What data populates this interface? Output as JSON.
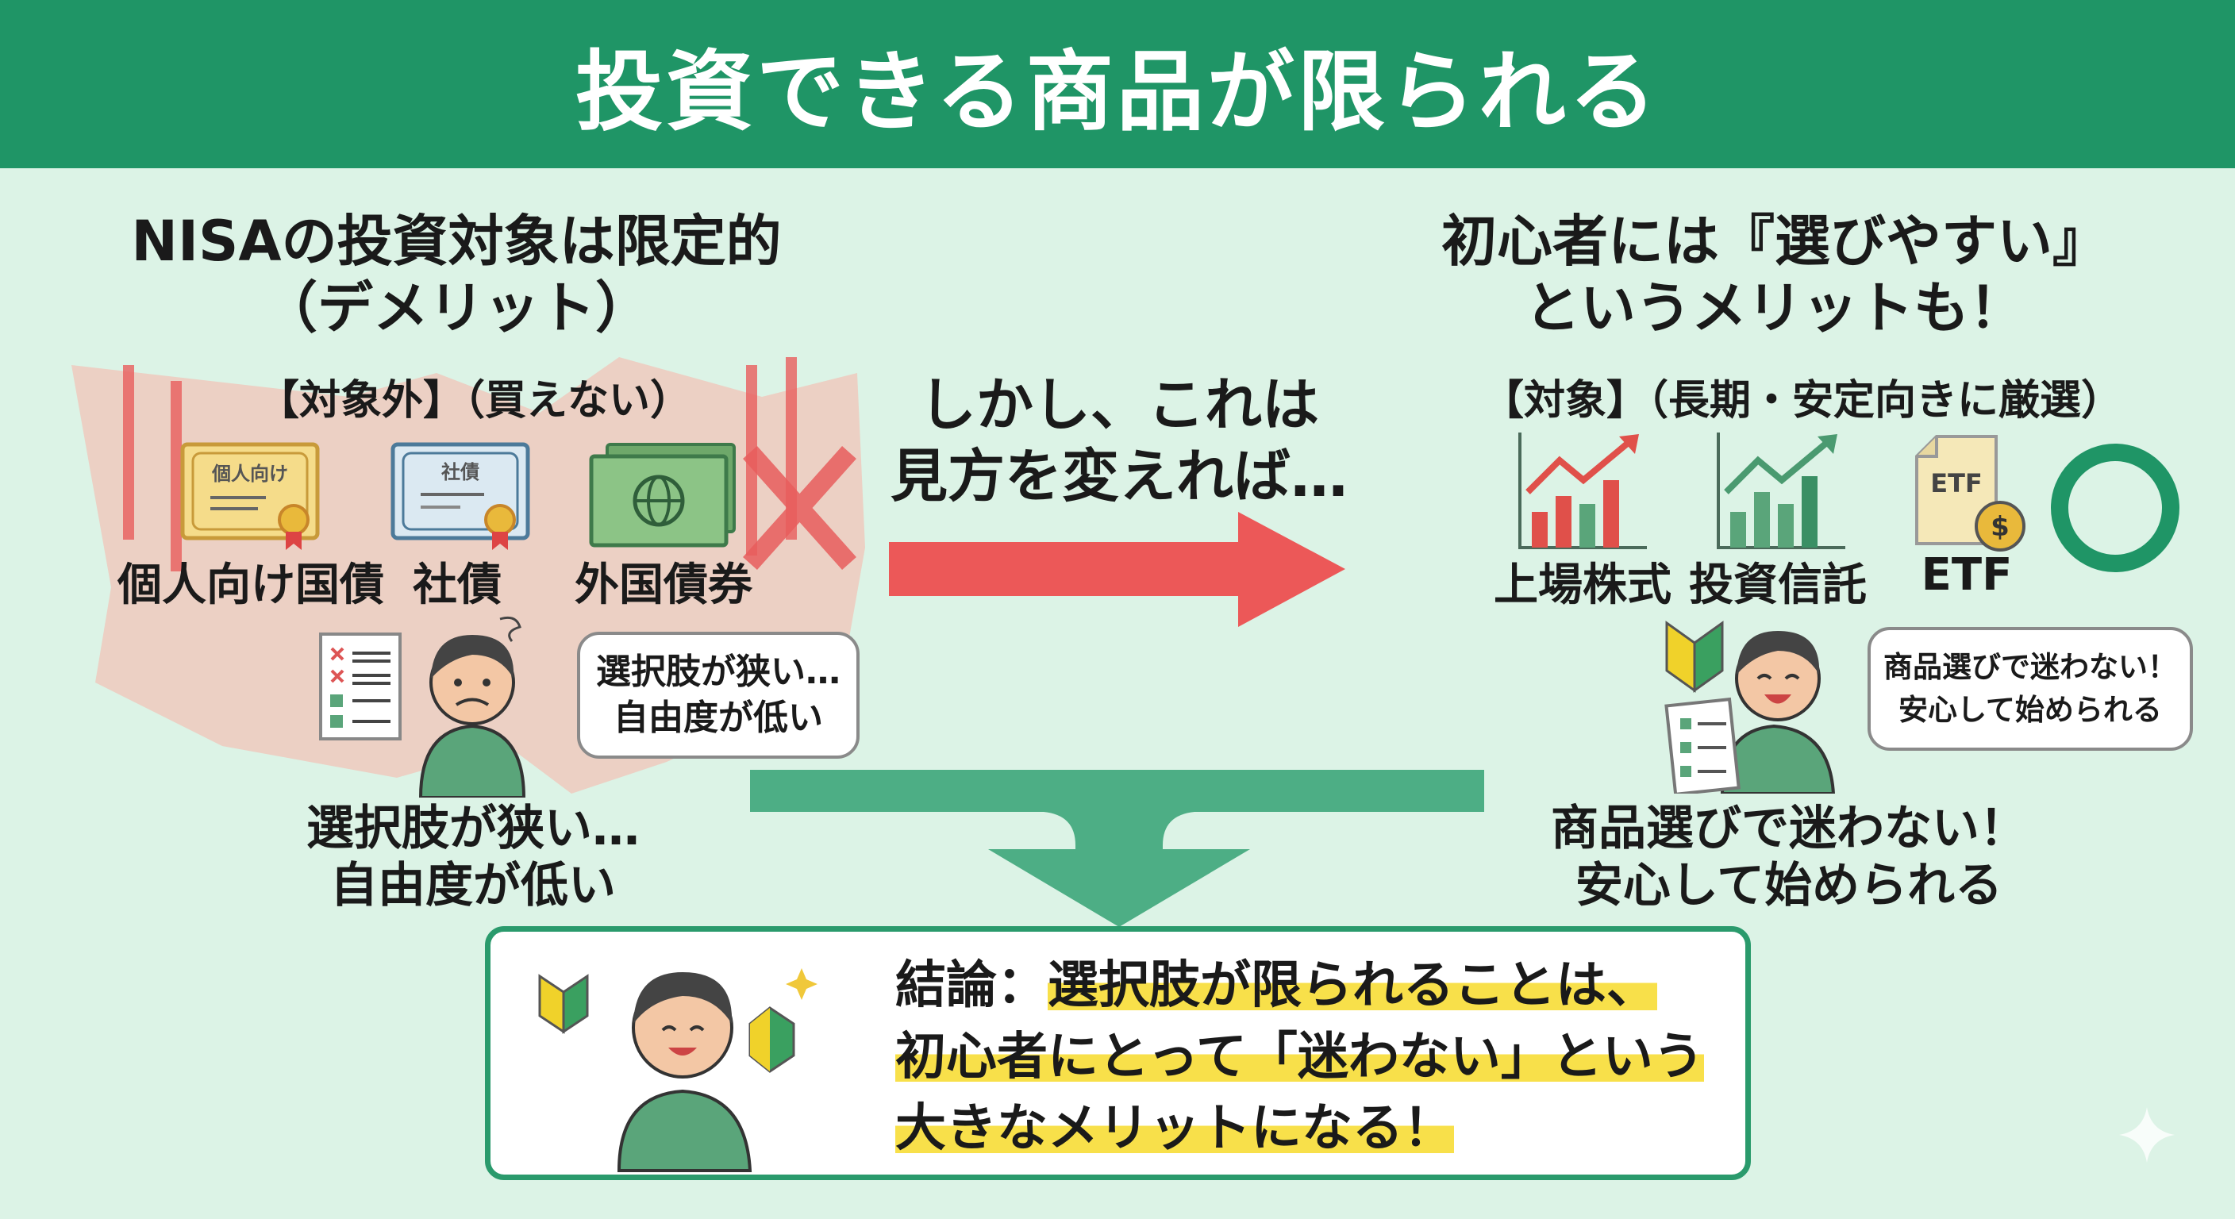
{
  "header": {
    "title": "投資できる商品が限られる"
  },
  "left": {
    "heading_line1": "NISAの投資対象は限定的",
    "heading_line2": "（デメリット）",
    "subheading": "【対象外】（買えない）",
    "items": [
      {
        "label": "個人向け国債",
        "icon_text": "個人向け",
        "icon": "certificate-icon"
      },
      {
        "label": "社債",
        "icon_text": "社債",
        "icon": "certificate-icon"
      },
      {
        "label": "外国債券",
        "icon": "banknote-globe-icon"
      }
    ],
    "bubble_line1": "選択肢が狭い…",
    "bubble_line2": "自由度が低い",
    "caption_line1": "選択肢が狭い…",
    "caption_line2": "自由度が低い",
    "colors": {
      "zone": "#efc9bd",
      "cross": "#e85d5d"
    }
  },
  "center": {
    "line1": "しかし、これは",
    "line2": "見方を変えれば…",
    "arrow_color": "#ec5858"
  },
  "right": {
    "heading_line1": "初心者には『選びやすい』",
    "heading_line2": "というメリットも！",
    "subheading": "【対象】（長期・安定向きに厳選）",
    "items": [
      {
        "label": "上場株式",
        "icon": "rising-chart-icon"
      },
      {
        "label": "投資信託",
        "icon": "rising-chart-icon"
      },
      {
        "label": "ETF",
        "icon_text": "ETF",
        "icon": "etf-document-icon"
      }
    ],
    "bubble_line1": "商品選びで迷わない！",
    "bubble_line2": "安心して始められる",
    "caption_line1": "商品選びで迷わない！",
    "caption_line2": "安心して始められる"
  },
  "conclusion": {
    "prefix": "結論：",
    "line1": "選択肢が限られることは、",
    "line2": "初心者にとって「迷わない」という",
    "line3": "大きなメリットになる！",
    "highlight_color": "#f8e04a"
  }
}
